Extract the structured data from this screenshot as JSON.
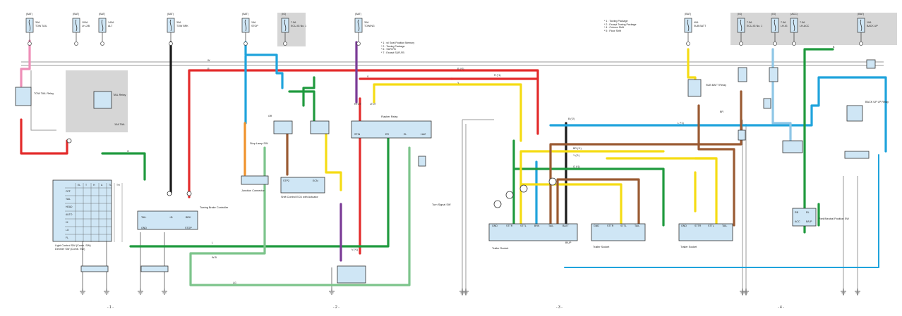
{
  "colors": {
    "red": "#e32b2b",
    "black": "#1a1a1a",
    "blue": "#1fa3dc",
    "green": "#1f9a3e",
    "light_green": "#7cc48b",
    "orange": "#f0922c",
    "yellow": "#f5dc14",
    "brown": "#9a5a32",
    "purple": "#7a3a96",
    "pink": "#ee8fb8",
    "gray": "#9a9a9a",
    "light_blue": "#8ec6e6",
    "shade": "#d6d6d6",
    "box_fill": "#cfe6f5"
  },
  "fuses": [
    {
      "power": "(BAT)",
      "rating": "30A",
      "name": "TOW TAIL"
    },
    {
      "power": "(BAT)",
      "rating": "100A",
      "name": "LH-J/B"
    },
    {
      "power": "(BAT)",
      "rating": "140A",
      "name": "ALT"
    },
    {
      "power": "(BAT)",
      "rating": "30A",
      "name": "TOW BRK"
    },
    {
      "power": "(BAT)",
      "rating": "15A",
      "name": "STOP"
    },
    {
      "power": "(IG)",
      "rating": "7.5A",
      "name": "ECU-IG No. 1"
    },
    {
      "power": "(BAT)",
      "rating": "30A",
      "name": "TOWING"
    },
    {
      "power": "(BAT)",
      "rating": "40A",
      "name": "SUB BATT"
    },
    {
      "power": "(IG)",
      "rating": "7.5A",
      "name": "ECU-IG No. 1"
    },
    {
      "power": "(IG)",
      "rating": "7.5A",
      "name": "LH-IG"
    },
    {
      "power": "(ACC)",
      "rating": "7.5A",
      "name": "LH-ACC"
    },
    {
      "power": "(BAT)",
      "rating": "10A",
      "name": "BACK UP"
    }
  ],
  "notes_mid": [
    "* 1 : w/ Seat Position Memory",
    "* 2 : Towing Package",
    "* 6 : SUR-FB",
    "* 7 : Except SUR-FB"
  ],
  "notes_right": [
    "* 1 : Towing Package",
    "* 2 : Except Towing Package",
    "* 4 : Column Shift",
    "* 5 : Floor Shift"
  ],
  "components": {
    "tow_tail_relay": "TOW TAIL Relay",
    "tail_relay": "TAIL Relay",
    "tail_fuse": "10A TAIL",
    "light_control_sw": "Light Control SW (Comb. SW)",
    "dimmer_sw": "Dimmer SW (Comb. SW)",
    "tow_brake_controller": "Towing Brake Controller",
    "stop_lamp_sw": "Stop Lamp SW",
    "junction_a": "Junction Connector",
    "shift_ecu": "Shift Control ECU with Actuator",
    "flasher_relay": "Flasher Relay",
    "turn_signal_sw": "Turn Signal SW",
    "trailer_socket_v1": "Trailer Socket",
    "trailer_socket_v5": "Trailer Socket",
    "trailer_socket_v2": "Trailer Socket",
    "sub_batt_relay": "SUB BATT Relay",
    "backup_relay": "BACK UP LP Relay",
    "park_neutral_sw": "Park/Neutral Position SW"
  },
  "box_pins": {
    "controller": [
      "TAIL",
      "+B",
      "BRK",
      "GND",
      "STOP"
    ],
    "shift_ecu": [
      "STP2",
      "ECN"
    ],
    "flasher": [
      "STIN",
      "ER",
      "EL",
      "HAZ",
      "LTOT",
      "RTOT"
    ],
    "v1": [
      "GND",
      "STTR",
      "STTL",
      "BRK",
      "TAIL",
      "BATT",
      "B/UP"
    ],
    "v5": [
      "GND",
      "STTR",
      "STTL",
      "TAIL"
    ],
    "v2": [
      "GND",
      "STTR",
      "STTL",
      "TAIL"
    ],
    "pn": [
      "RB",
      "RL",
      "ACC",
      "B/UP"
    ]
  },
  "light_sw": {
    "columns": [
      "EL",
      "T",
      "H",
      "A",
      "TL",
      "TH"
    ],
    "rows": [
      "OFF",
      "TAIL",
      "HEAD",
      "AUTO",
      "HI",
      "LO",
      "FL"
    ]
  },
  "page_numbers": [
    "- 1 -",
    "- 2 -",
    "- 3 -",
    "- 4 -"
  ],
  "wire_labels": [
    "W",
    "R",
    "R (*2)",
    "Y",
    "L",
    "W-B",
    "LG",
    "G",
    "BR",
    "V",
    "B",
    "GR",
    "BR (*1)",
    "Y (*1)",
    "G (*1)",
    "L (*1)",
    "R (*1)",
    "V (*1)",
    "B (*2)"
  ]
}
